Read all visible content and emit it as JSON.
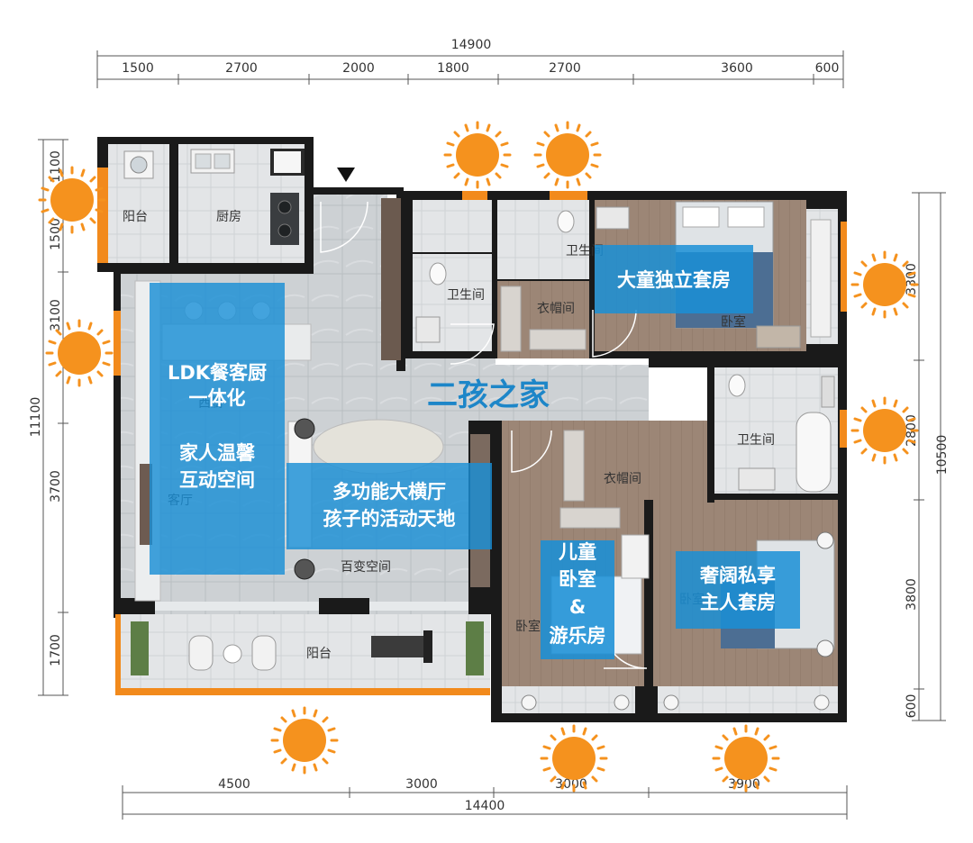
{
  "title": "二孩之家",
  "colors": {
    "wall": "#1a1a1a",
    "floor_tile": "#cfd3d6",
    "floor_light": "#e4e6e8",
    "wood": "#9a8474",
    "window": "#f28a1c",
    "callout": "#1a8fd6",
    "sun": "#f5921e"
  },
  "dimensions": {
    "top_total": "14900",
    "top": [
      "1500",
      "2700",
      "2000",
      "1800",
      "2700",
      "3600",
      "600"
    ],
    "bottom_total": "14400",
    "bottom": [
      "4500",
      "3000",
      "3000",
      "3900"
    ],
    "left_total": "11100",
    "left": [
      "1100",
      "1500",
      "3100",
      "3700",
      "1700"
    ],
    "right_total": "10500",
    "right": [
      "3300",
      "2800",
      "3800",
      "600"
    ]
  },
  "rooms": {
    "balcony_small": "阳台",
    "kitchen": "厨房",
    "bath_left": "卫生间",
    "bath_top": "卫生间",
    "wardrobe_top": "衣帽间",
    "bedroom_top": "卧室",
    "dining": "西厨",
    "living": "客厅",
    "multi": "百变空间",
    "wardrobe_mid": "衣帽间",
    "bath_right": "卫生间",
    "bedroom_kid": "卧室",
    "bedroom_master": "卧室",
    "balcony_big": "阳台"
  },
  "callouts": {
    "ldk_title": "LDK餐客厨",
    "ldk_title2": "一体化",
    "ldk_sub1": "家人温馨",
    "ldk_sub2": "互动空间",
    "teen_suite": "大童独立套房",
    "hall_line1": "多功能大横厅",
    "hall_line2": "孩子的活动天地",
    "kid_line1": "儿童",
    "kid_line2": "卧室",
    "kid_line3": "&",
    "kid_line4": "游乐房",
    "master_line1": "奢阔私享",
    "master_line2": "主人套房"
  },
  "icons": [
    "sun-icon",
    "entrance-arrow-icon",
    "washing-machine-icon",
    "sink-icon",
    "stove-icon",
    "toilet-icon",
    "bathtub-icon",
    "bed-icon",
    "sofa-icon",
    "dining-table-icon",
    "treadmill-icon",
    "plant-icon"
  ]
}
